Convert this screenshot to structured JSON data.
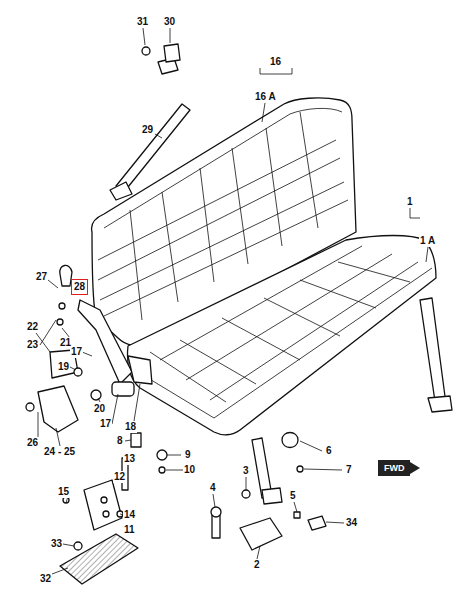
{
  "diagram": {
    "nodes": [
      {
        "text": [
          "28"
        ]
      }
    ],
    "labels": [
      "31",
      "30",
      "16",
      "16 A",
      "29",
      "1",
      "1 A",
      "27",
      "22",
      "23",
      "21",
      "17",
      "19",
      "20",
      "26",
      "24 - 25",
      "17",
      "8",
      "18",
      "9",
      "10",
      "13",
      "12",
      "15",
      "14",
      "11",
      "33",
      "32",
      "4",
      "3",
      "5",
      "6",
      "7",
      "2",
      "34",
      "FWD"
    ]
  }
}
